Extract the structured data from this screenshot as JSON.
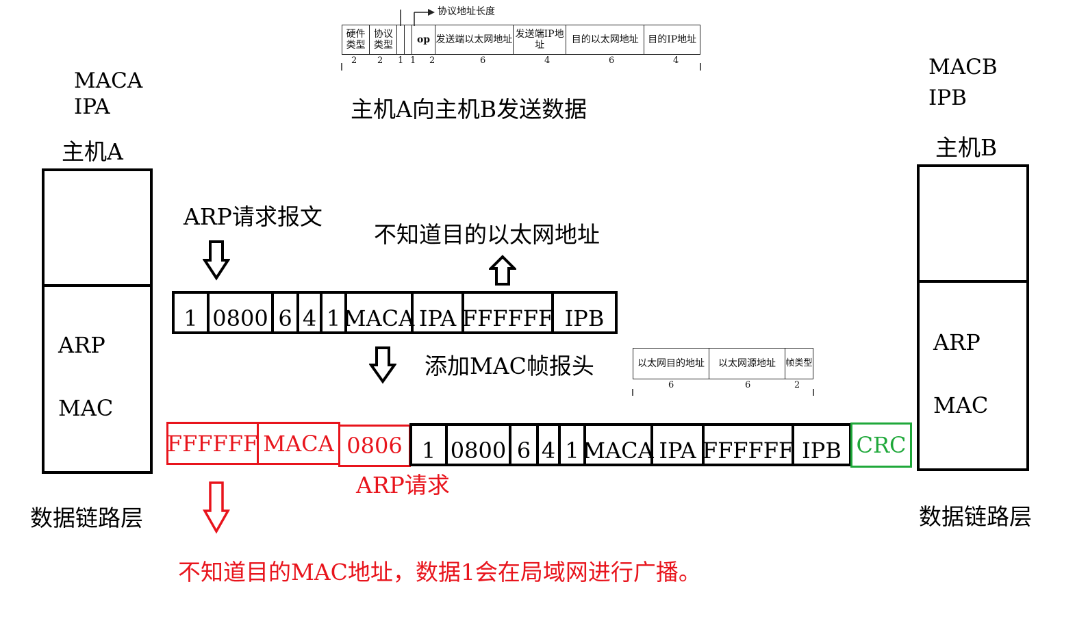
{
  "title": "主机A向主机B发送数据",
  "hostA": {
    "mac": "MACA",
    "ip": "IPA",
    "name": "主机A",
    "layer_top": "ARP",
    "layer_bottom": "MAC",
    "footer": "数据链路层"
  },
  "hostB": {
    "mac": "MACB",
    "ip": "IPB",
    "name": "主机B",
    "layer_top": "ARP",
    "layer_bottom": "MAC",
    "footer": "数据链路层"
  },
  "arp_table": {
    "top_label": "协议地址长度",
    "headers": [
      "硬件类型",
      "协议类型",
      "",
      "",
      "op",
      "发送端以太网地址",
      "发送端IP地址",
      "目的以太网地址",
      "目的IP地址"
    ],
    "sizes": [
      "2",
      "2",
      "1",
      "1",
      "2",
      "6",
      "4",
      "6",
      "4"
    ]
  },
  "arp_request_label": "ARP请求报文",
  "unknown_eth_label": "不知道目的以太网地址",
  "arp_packet": [
    "1",
    "0800",
    "6",
    "4",
    "1",
    "MACA",
    "IPA",
    "FFFFFF",
    "IPB"
  ],
  "add_header_label": "添加MAC帧报头",
  "mac_header_table": {
    "headers": [
      "以太网目的地址",
      "以太网源地址",
      "帧类型"
    ],
    "sizes": [
      "6",
      "6",
      "2"
    ]
  },
  "frame": {
    "header": [
      "FFFFFF",
      "MACA",
      "0806"
    ],
    "payload": [
      "1",
      "0800",
      "6",
      "4",
      "1",
      "MACA",
      "IPA",
      "FFFFFF",
      "IPB"
    ],
    "crc": "CRC",
    "header_color": "#e8141c",
    "crc_color": "#1fa83a"
  },
  "arp_req_caption": "ARP请求",
  "broadcast_note": "不知道目的MAC地址，数据1会在局域网进行广播。"
}
